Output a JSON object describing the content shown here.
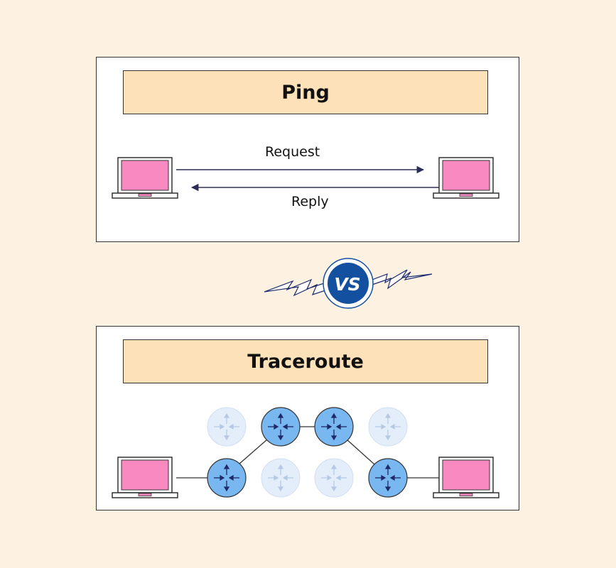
{
  "ping": {
    "title": "Ping",
    "request_label": "Request",
    "reply_label": "Reply"
  },
  "versus": {
    "label": "VS"
  },
  "traceroute": {
    "title": "Traceroute",
    "active_route": [
      "bottom-1",
      "top-2",
      "top-3",
      "bottom-4"
    ]
  },
  "colors": {
    "background": "#fdf1e2",
    "title_fill": "#fde1b8",
    "screen": "#f989c1",
    "vs_badge": "#1450a0",
    "router_active": "#79b7f0",
    "router_inactive": "#e3eefa",
    "arrow": "#2d2d5a"
  }
}
